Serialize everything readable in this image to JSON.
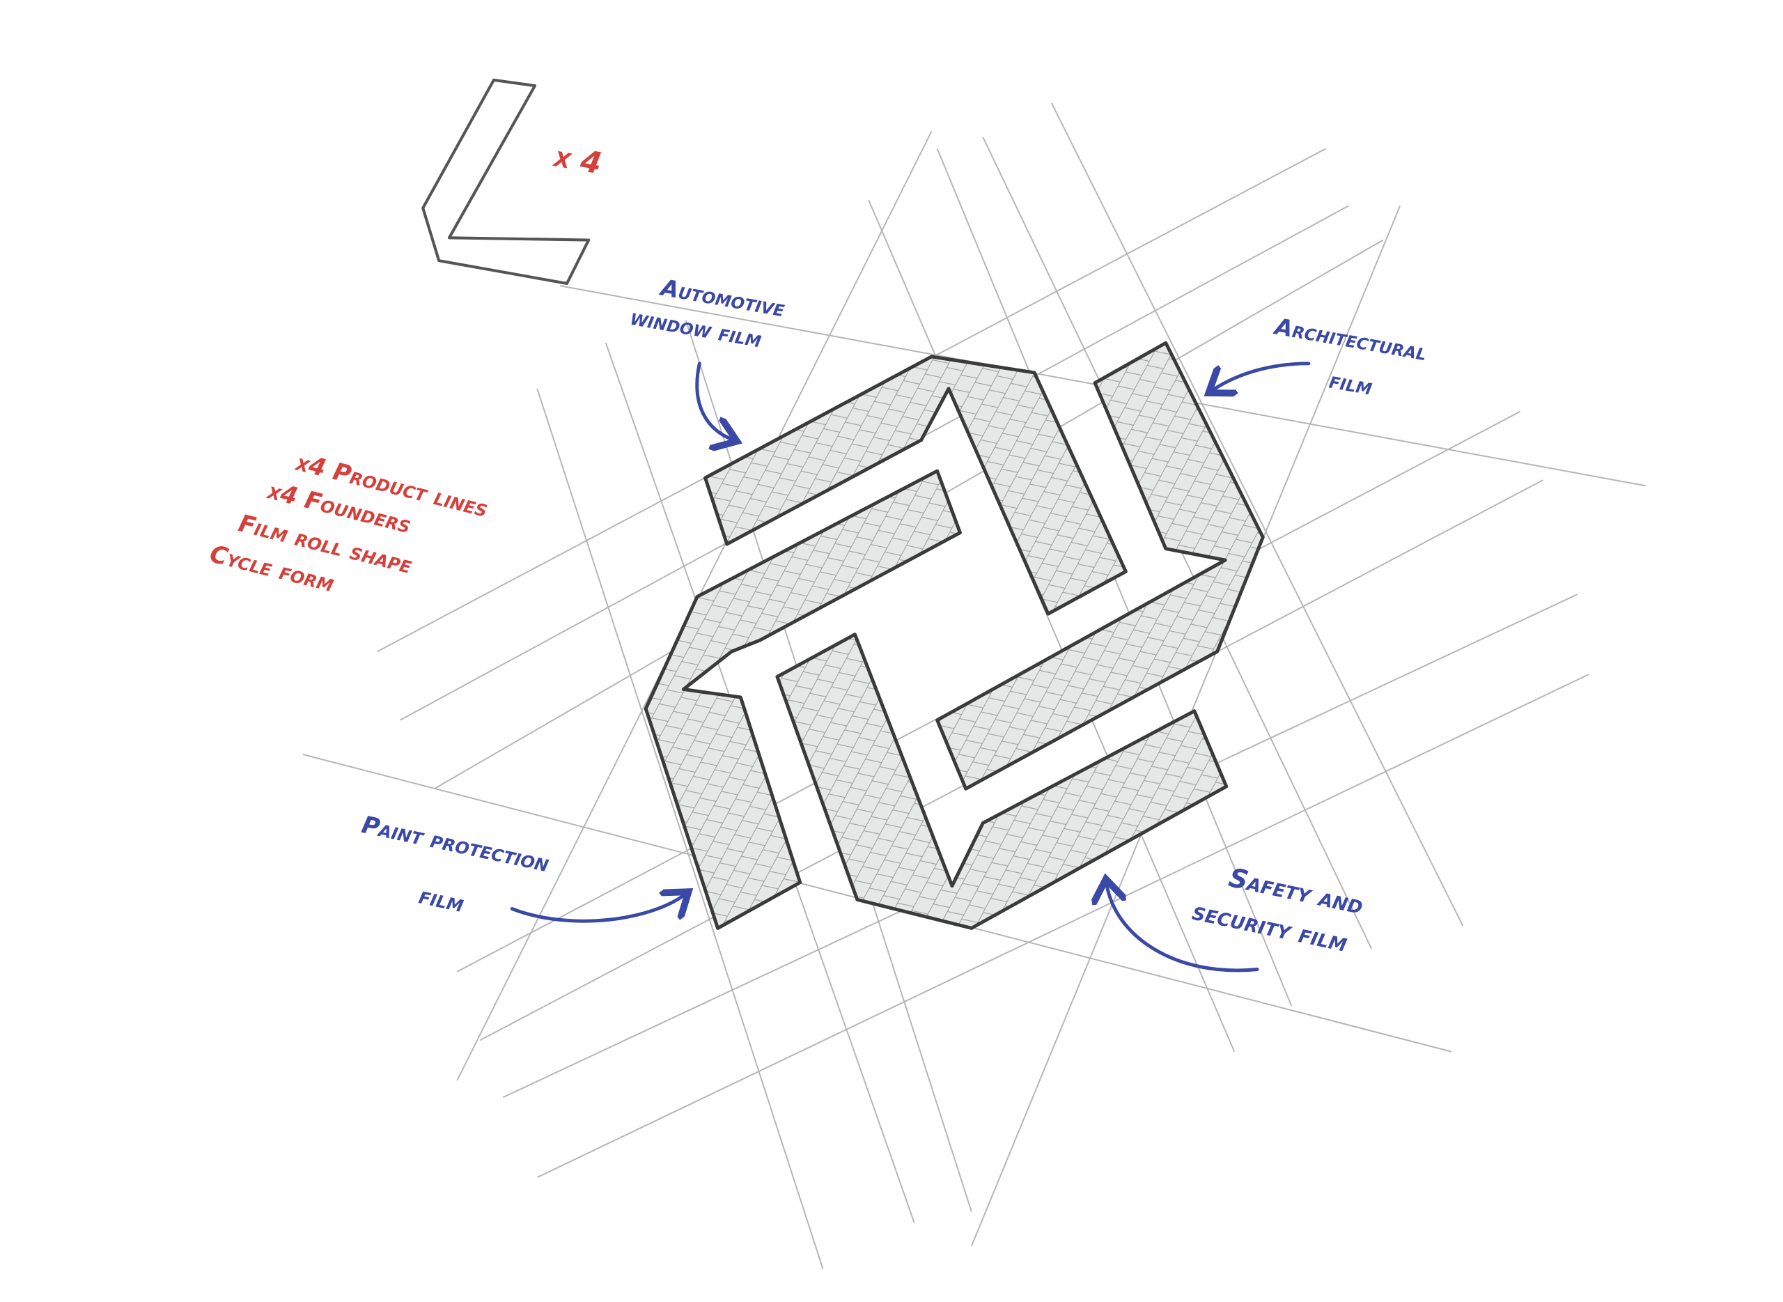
{
  "multiplier_label": "x 4",
  "notes": [
    "x4 Product lines",
    "x4 Founders",
    "Film roll shape",
    "Cycle form"
  ],
  "labels": {
    "automotive": [
      "Automotive",
      "window film"
    ],
    "architectural": [
      "Architectural",
      "film"
    ],
    "paint": [
      "Paint protection",
      "film"
    ],
    "safety": [
      "Safety and",
      "security film"
    ]
  },
  "colors": {
    "note_red": "#d5403b",
    "label_blue": "#3a48a6",
    "outline": "#3a3a3a"
  }
}
